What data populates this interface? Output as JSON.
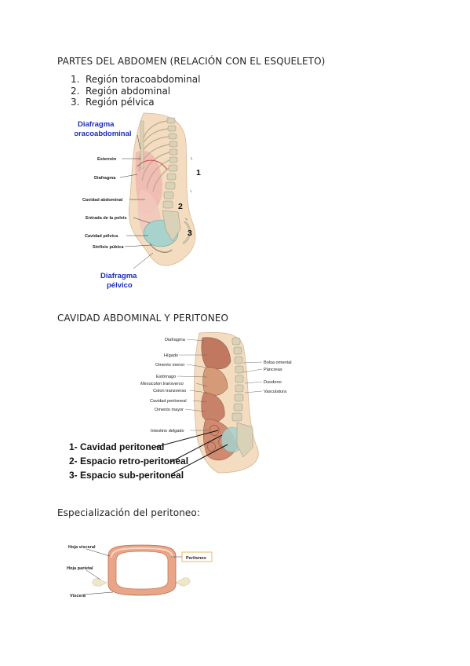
{
  "section1": {
    "title": "PARTES DEL ABDOMEN (RELACIÓN CON EL ESQUELETO)",
    "items": [
      {
        "num": "1.",
        "text": "Región toracoabdominal"
      },
      {
        "num": "2.",
        "text": "Región abdominal"
      },
      {
        "num": "3.",
        "text": "Región pélvica"
      }
    ],
    "figure": {
      "diafragma_toraco_1": "Diafragma",
      "diafragma_toraco_2": "toracoabdominal",
      "esternon": "Esternón",
      "diafragma": "Diafragma",
      "cavidad_abdominal": "Cavidad abdominal",
      "entrada_pelvis": "Entrada de la pelvis",
      "cavidad_pelvica": "Cavidad pélvica",
      "sinfisis_pubica": "Sínfisis púbica",
      "diafragma_pelvico_1": "Diafragma",
      "diafragma_pelvico_2": "pélvico",
      "n1": "1",
      "n2": "2",
      "n3": "3"
    }
  },
  "section2": {
    "title": "CAVIDAD ABDOMINAL Y PERITONEO",
    "figure": {
      "left_labels": [
        "Diafragma",
        "Hígado",
        "Omento menor",
        "Estómago",
        "Mesocolon transverso",
        "Colon transverso",
        "Cavidad peritoneal",
        "Omento mayor",
        "Intestino delgado"
      ],
      "right_labels": [
        "Bolsa omental",
        "Páncreas",
        "Duodeno",
        "Vasculatura"
      ],
      "legend": [
        "1- Cavidad peritoneal",
        "2- Espacio retro-peritoneal",
        "3- Espacio sub-peritoneal"
      ]
    }
  },
  "section3": {
    "title": "Especialización del peritoneo:",
    "figure": {
      "hoja_visceral": "Hoja visceral",
      "hoja_parietal": "Hoja parietal",
      "viscera": "Víscera",
      "peritoneo": "Peritoneo"
    }
  },
  "colors": {
    "blue_label": "#1a2fb8",
    "bone": "#d9d2b8",
    "skin": "#f3dcc0",
    "organ": "#c9826a"
  }
}
